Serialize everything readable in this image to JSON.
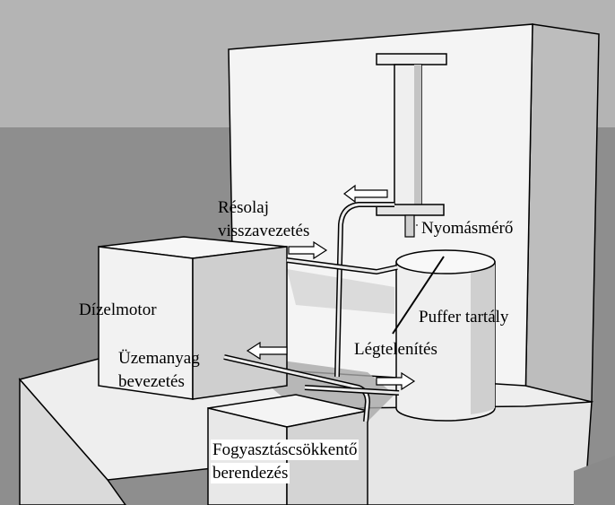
{
  "labels": {
    "resolaj_line1": "Résolaj",
    "resolaj_line2": "visszavezetés",
    "nyomasmero": "Nyomásmérő",
    "dizelmotor": "Dízelmotor",
    "puffer": "Puffer tartály",
    "legtelenites": "Légtelenítés",
    "uzemanyag_line1": "Üzemanyag",
    "uzemanyag_line2": "bevezetés",
    "fogyasztas_line1": "Fogyasztáscsökkentő",
    "fogyasztas_line2": "berendezés"
  },
  "colors": {
    "sky": "#b4b4b4",
    "ground": "#8e8e8e",
    "surface_light": "#f0f0f0",
    "surface_mid": "#d6d6d6",
    "surface_dark": "#b8b8b8",
    "shadow": "#9a9a9a",
    "edge": "#000000"
  }
}
